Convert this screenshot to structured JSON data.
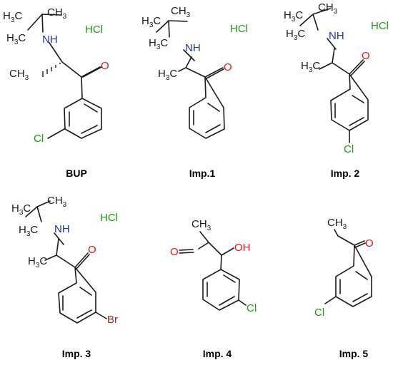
{
  "colors": {
    "bond": "#1a1a1a",
    "carbon_label": "#1a1a1a",
    "nitrogen": "#2233aa",
    "oxygen": "#e0141e",
    "chlorine": "#1a9a1a",
    "bromine": "#8b2a2a",
    "caption": "#000000"
  },
  "labels": {
    "methyl": {
      "main": "CH",
      "sub": "3"
    },
    "methyl_left": {
      "main": "H",
      "sub": "3",
      "tail": "C"
    },
    "amine": "NH",
    "oxygen": "O",
    "hydroxyl": "OH",
    "chloro": "Cl",
    "bromo": "Br",
    "salt": "HCl"
  },
  "structures": [
    {
      "caption": "BUP",
      "salt": "HCl",
      "substituent": "Cl"
    },
    {
      "caption": "Imp.1",
      "salt": "HCl"
    },
    {
      "caption": "Imp. 2",
      "salt": "HCl",
      "substituent": "Cl"
    },
    {
      "caption": "Imp. 3",
      "salt": "HCl",
      "substituent": "Br"
    },
    {
      "caption": "Imp. 4",
      "substituent": "Cl"
    },
    {
      "caption": "Imp. 5",
      "substituent": "Cl"
    }
  ]
}
